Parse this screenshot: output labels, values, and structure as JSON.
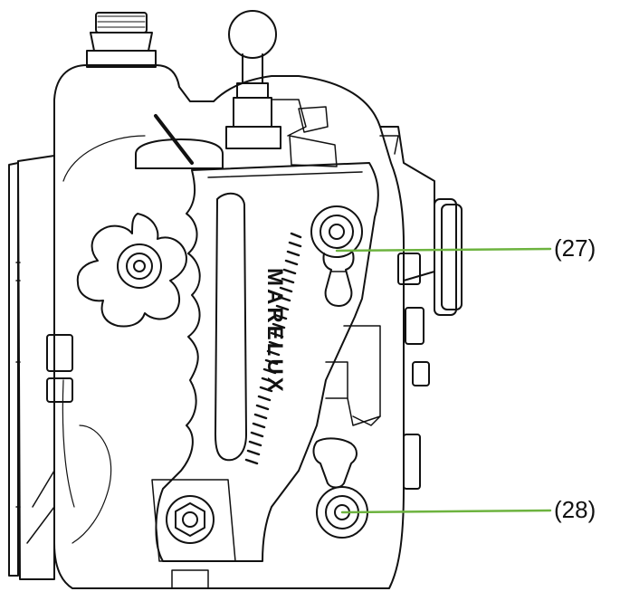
{
  "brand_text": "MARELUX",
  "callouts": [
    {
      "label": "(27)",
      "target": "upper-lever"
    },
    {
      "label": "(28)",
      "target": "lower-lever"
    }
  ],
  "colors": {
    "leader_line": "#6db33f",
    "line_art": "#111111",
    "background": "#ffffff"
  }
}
